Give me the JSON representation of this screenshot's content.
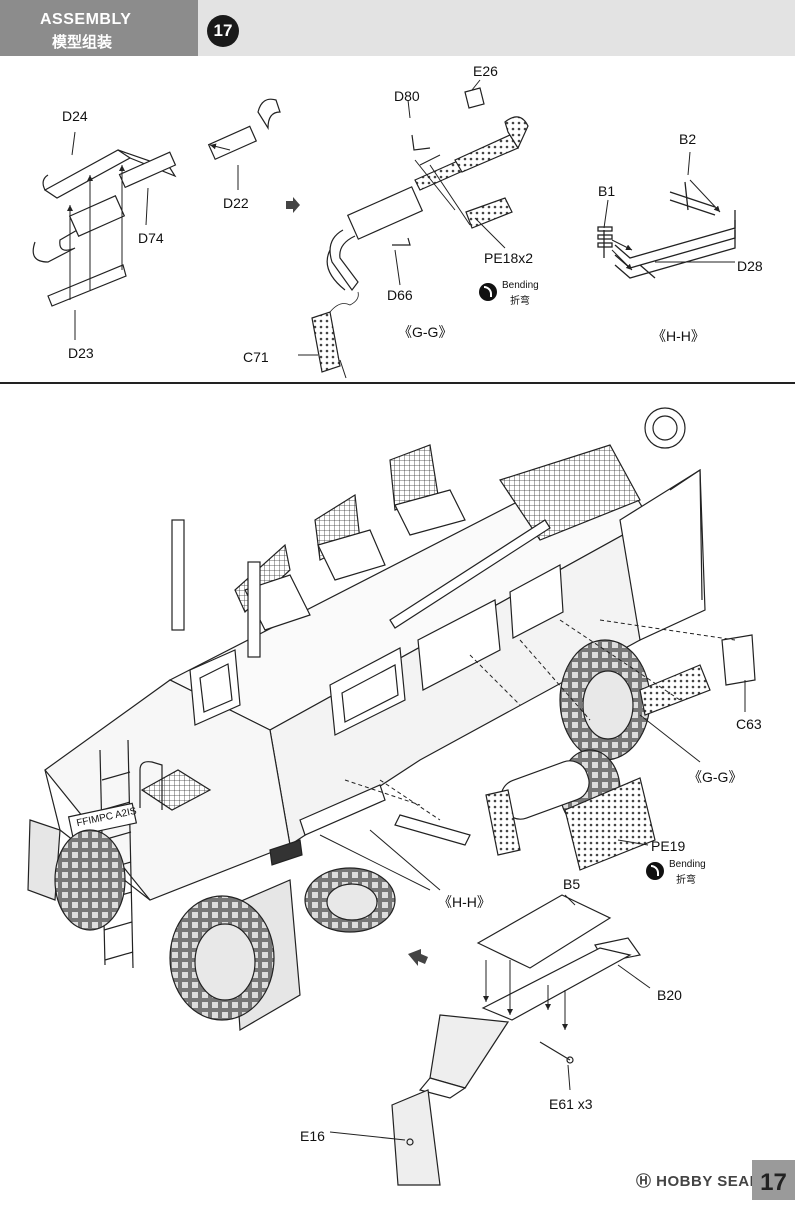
{
  "header": {
    "title_en": "ASSEMBLY",
    "title_cn": "模型组装",
    "step_number": "17"
  },
  "upper_labels": {
    "D24": "D24",
    "D22": "D22",
    "D74": "D74",
    "D23": "D23",
    "E26": "E26",
    "D80": "D80",
    "PE18": "PE18x2",
    "D66": "D66",
    "C71": "C71",
    "GG": "《G-G》",
    "B2": "B2",
    "B1": "B1",
    "D28": "D28",
    "HH": "《H-H》"
  },
  "bending_top": {
    "en": "Bending",
    "cn": "折弯"
  },
  "lower_labels": {
    "C63": "C63",
    "GG": "《G-G》",
    "PE19": "PE19",
    "HH": "《H-H》",
    "B5": "B5",
    "B20": "B20",
    "E61": "E61 x3",
    "E16": "E16",
    "plate_text": "FFIMPC A2IS"
  },
  "bending_bottom": {
    "en": "Bending",
    "cn": "折弯"
  },
  "page_number": "17",
  "watermark": "Ⓗ HOBBY SEARCH"
}
